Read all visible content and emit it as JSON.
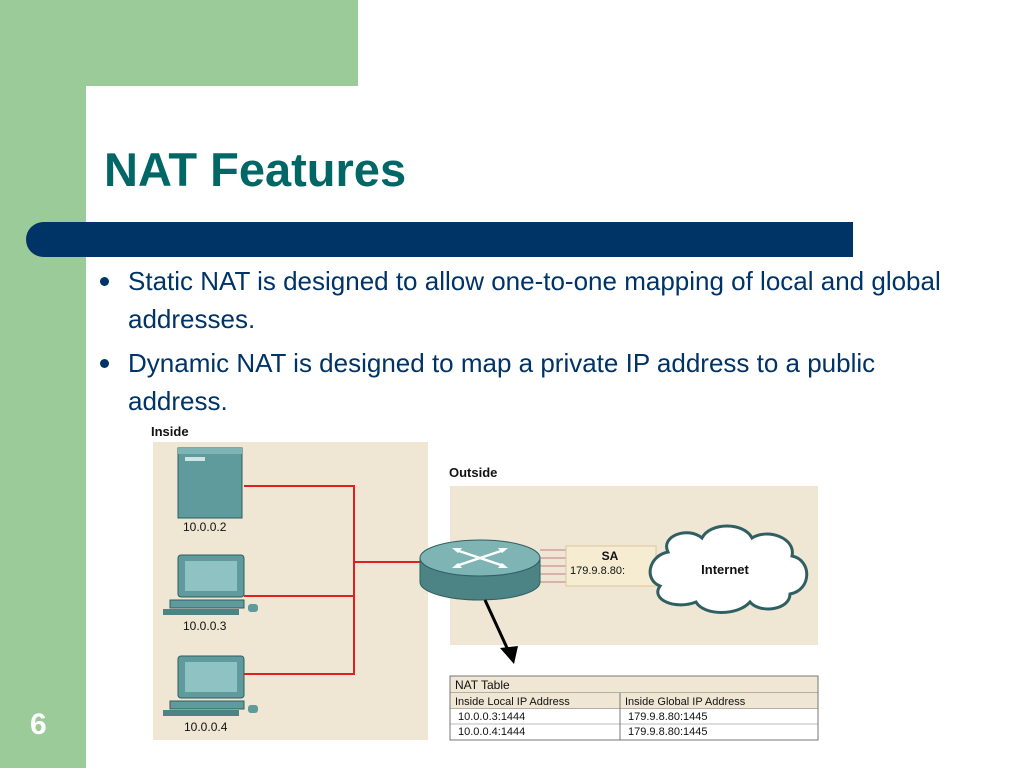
{
  "slide": {
    "title": "NAT Features",
    "number": "6",
    "bullets": [
      "Static NAT is designed to allow one-to-one mapping of local and global addresses.",
      "Dynamic NAT is designed to map a private IP address to a public address."
    ]
  },
  "diagram": {
    "inside_label": "Inside",
    "outside_label": "Outside",
    "hosts": [
      {
        "ip": "10.0.0.2",
        "icon": "server-icon"
      },
      {
        "ip": "10.0.0.3",
        "icon": "computer-icon"
      },
      {
        "ip": "10.0.0.4",
        "icon": "computer-icon"
      }
    ],
    "router_icon": "router-icon",
    "packet": {
      "label": "SA",
      "address": "179.9.8.80:"
    },
    "cloud_label": "Internet",
    "nat_table": {
      "title": "NAT Table",
      "headers": [
        "Inside Local IP Address",
        "Inside Global IP Address"
      ],
      "rows": [
        [
          "10.0.0.3:1444",
          "179.9.8.80:1445"
        ],
        [
          "10.0.0.4:1444",
          "179.9.8.80:1445"
        ]
      ]
    }
  },
  "colors": {
    "green": "#9acb98",
    "navy": "#003366",
    "title": "#006666",
    "inside_bg": "#efe6d4",
    "link_red": "#e02020",
    "device_teal": "#5f9a9c"
  }
}
